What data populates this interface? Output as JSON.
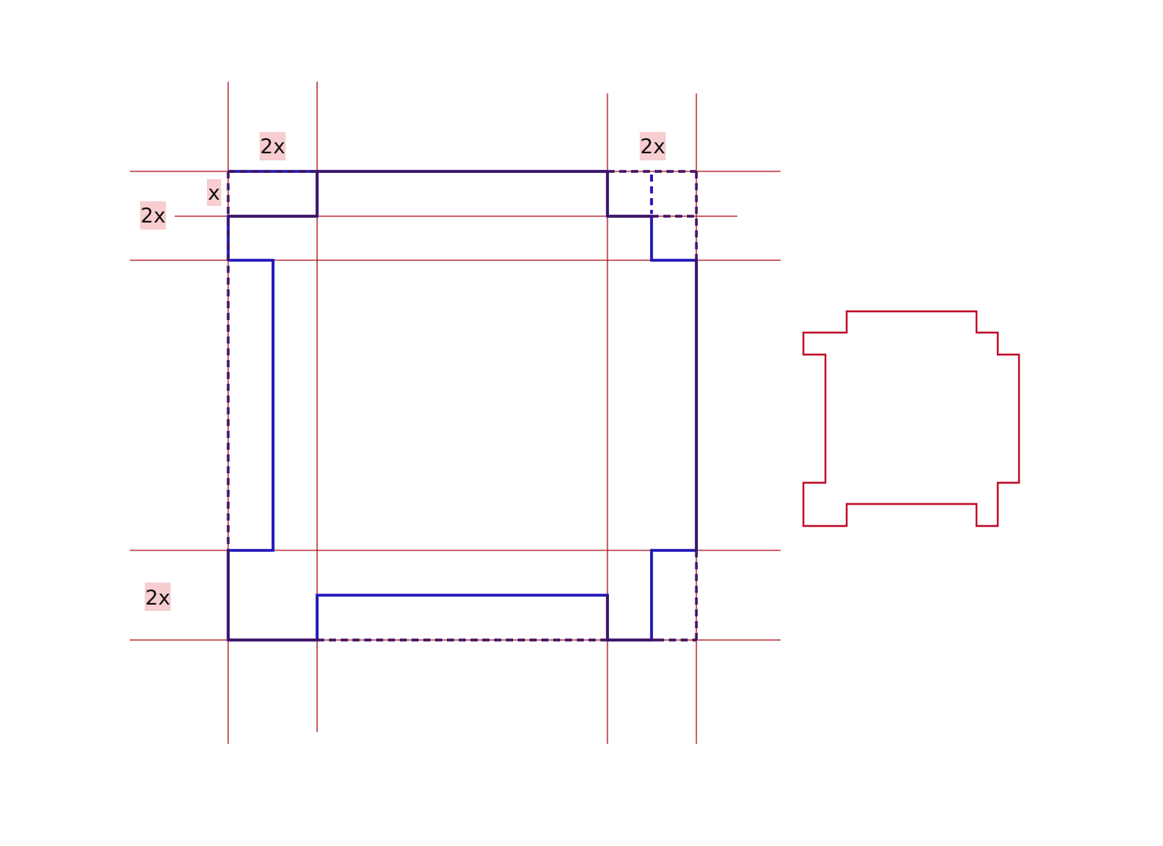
{
  "labels": {
    "top_left_width": "2x",
    "top_right_width": "2x",
    "top_strip_height": "x",
    "left_band_height": "2x",
    "bottom_band_height": "2x"
  },
  "colors": {
    "guide_lines": "#b0101c",
    "blue_outline": "#1f14b8",
    "overlap_outline": "#3d1466",
    "label_highlight": "#f7cdcf",
    "result_shape": "#c0102a"
  }
}
